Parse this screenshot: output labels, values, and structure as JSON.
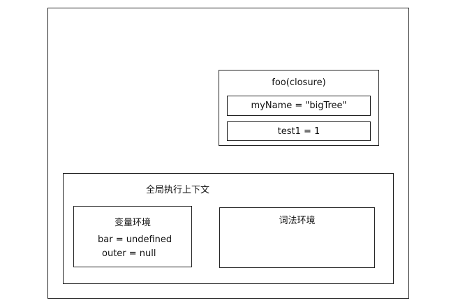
{
  "closure": {
    "title": "foo(closure)",
    "vars": [
      "myName = \"bigTree\"",
      "test1 = 1"
    ]
  },
  "global_context": {
    "title": "全局执行上下文",
    "variable_environment": {
      "title": "变量环境",
      "entries": [
        "bar = undefined",
        "outer = null"
      ]
    },
    "lexical_environment": {
      "title": "词法环境"
    }
  }
}
